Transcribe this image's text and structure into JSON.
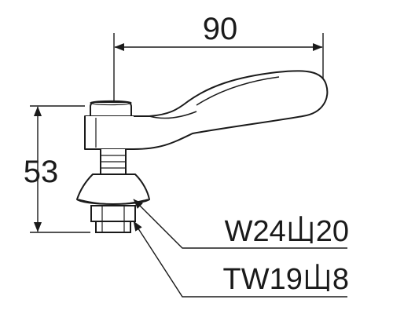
{
  "dimensions": {
    "width_label": "90",
    "height_label": "53"
  },
  "callouts": {
    "thread_upper": "W24山20",
    "thread_lower": "TW19山8"
  }
}
